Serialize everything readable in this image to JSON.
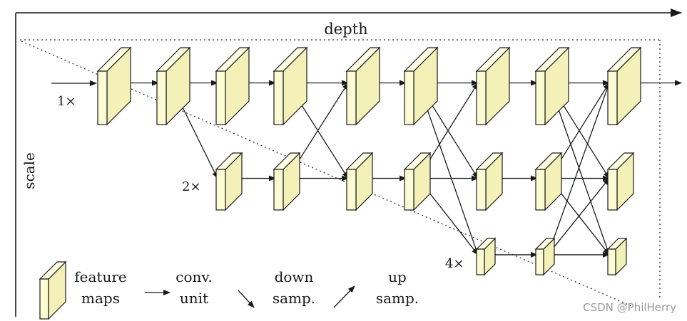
{
  "labels": {
    "depth": "depth",
    "scale": "scale",
    "scale_1": "1×",
    "scale_2": "2×",
    "scale_4": "4×"
  },
  "legend": {
    "feature_maps_line1": "feature",
    "feature_maps_line2": "maps",
    "conv_line1": "conv.",
    "conv_line2": "unit",
    "down_line1": "down",
    "down_line2": "samp.",
    "up_line1": "up",
    "up_line2": "samp."
  },
  "watermark": "CSDN @PhilHerry",
  "colors": {
    "feature_map_fill": "#fdfbd3",
    "stroke": "#1a1a1a"
  }
}
